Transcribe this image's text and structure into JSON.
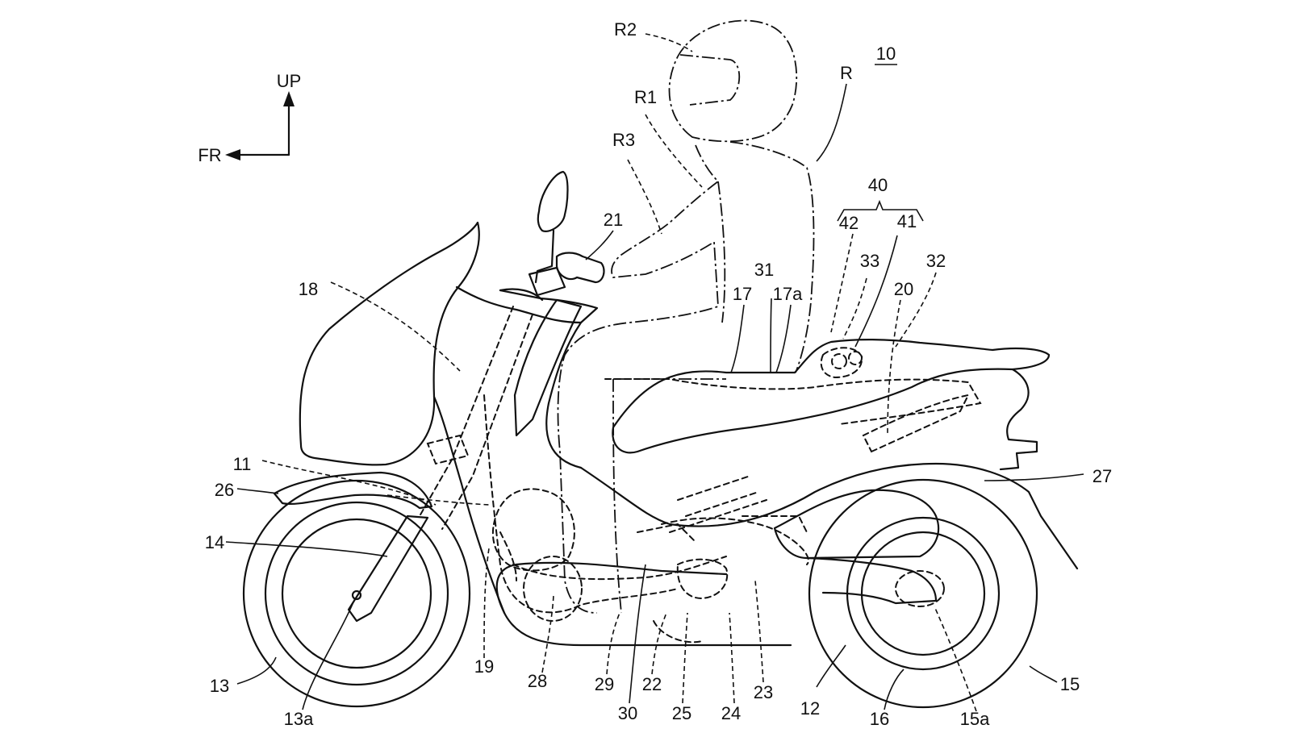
{
  "diagram": {
    "figure_number": "10",
    "directions": {
      "up": "UP",
      "front": "FR"
    },
    "labels": {
      "R": "R",
      "R1": "R1",
      "R2": "R2",
      "R3": "R3",
      "n40": "40",
      "n42": "42",
      "n41": "41",
      "n33": "33",
      "n32": "32",
      "n21": "21",
      "n31": "31",
      "n18": "18",
      "n17": "17",
      "n17a": "17a",
      "n20": "20",
      "n11": "11",
      "n26": "26",
      "n27": "27",
      "n14": "14",
      "n13": "13",
      "n13a": "13a",
      "n19": "19",
      "n28": "28",
      "n29": "29",
      "n22": "22",
      "n30": "30",
      "n25": "25",
      "n24": "24",
      "n23": "23",
      "n12": "12",
      "n16": "16",
      "n15a": "15a",
      "n15": "15"
    }
  }
}
